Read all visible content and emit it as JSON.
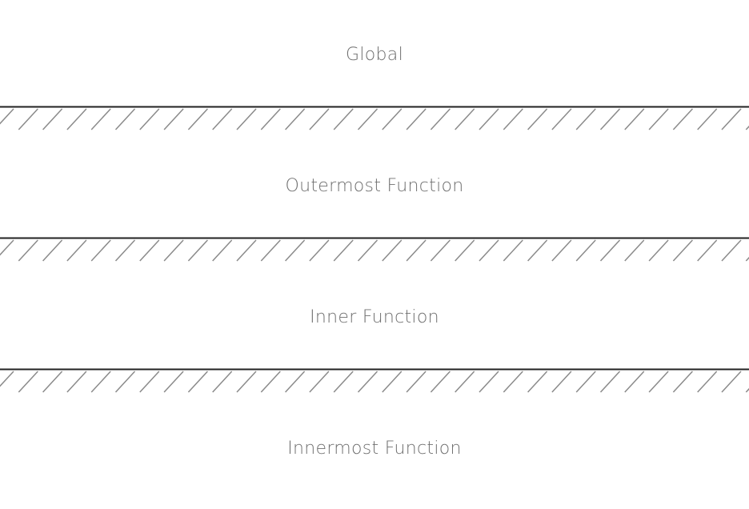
{
  "diagram": {
    "levels": [
      {
        "label": "Global"
      },
      {
        "label": "Outermost Function"
      },
      {
        "label": "Inner Function"
      },
      {
        "label": "Innermost Function"
      }
    ],
    "colors": {
      "label_text": "#6f6f6f",
      "boundary_line": "#222222",
      "hatch": "#8a8a8a",
      "background": "#ffffff"
    }
  }
}
